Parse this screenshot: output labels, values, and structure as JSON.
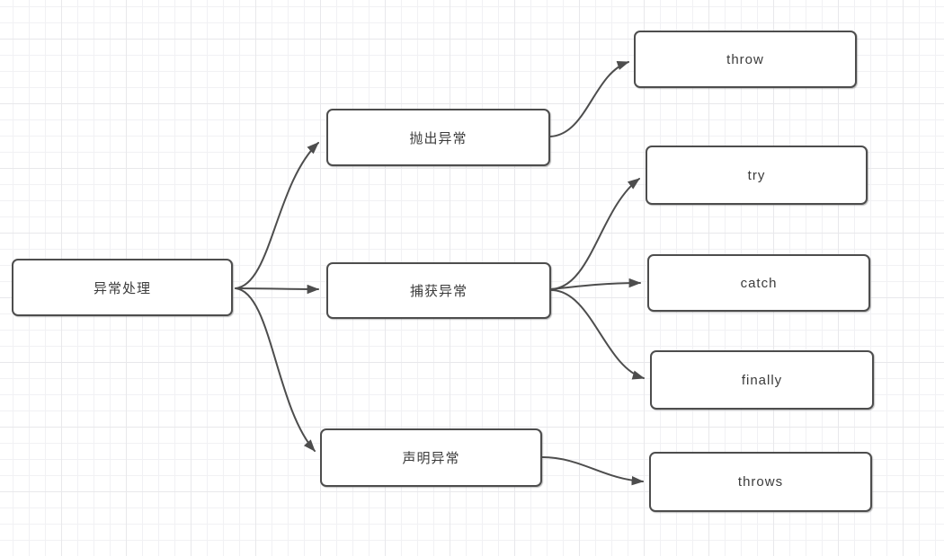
{
  "diagram": {
    "type": "flowchart",
    "topic": "Java exception handling mind map",
    "nodes": {
      "root": {
        "label": "异常处理"
      },
      "throw_exception": {
        "label": "抛出异常"
      },
      "catch_exception": {
        "label": "捕获异常"
      },
      "declare_exception": {
        "label": "声明异常"
      },
      "kw_throw": {
        "label": "throw"
      },
      "kw_try": {
        "label": "try"
      },
      "kw_catch": {
        "label": "catch"
      },
      "kw_finally": {
        "label": "finally"
      },
      "kw_throws": {
        "label": "throws"
      }
    },
    "edges": [
      {
        "from": "异常处理",
        "to": "抛出异常"
      },
      {
        "from": "异常处理",
        "to": "捕获异常"
      },
      {
        "from": "异常处理",
        "to": "声明异常"
      },
      {
        "from": "抛出异常",
        "to": "throw"
      },
      {
        "from": "捕获异常",
        "to": "try"
      },
      {
        "from": "捕获异常",
        "to": "catch"
      },
      {
        "from": "捕获异常",
        "to": "finally"
      },
      {
        "from": "声明异常",
        "to": "throws"
      }
    ],
    "colors": {
      "node_border": "#4d4d4d",
      "node_fill": "#ffffff",
      "edge_stroke": "#4d4d4d",
      "label_text": "#3b3b3b",
      "grid_minor": "#f1f1f4",
      "grid_major": "#e8e8eb",
      "background": "#ffffff"
    }
  }
}
